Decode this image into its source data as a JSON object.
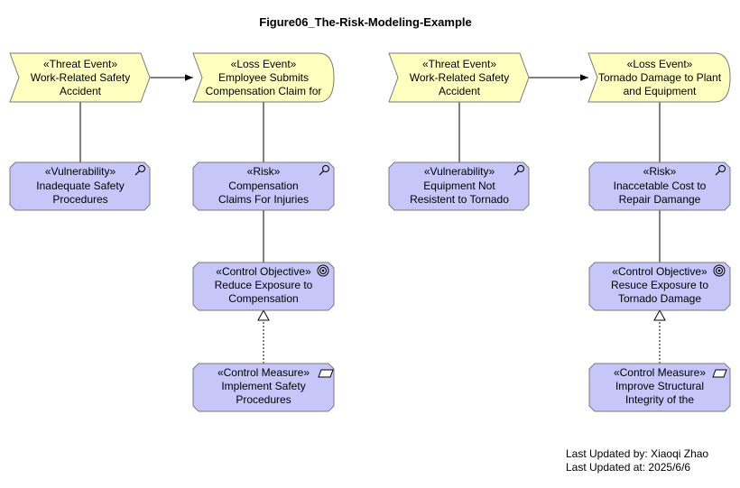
{
  "diagram": {
    "title": "Figure06_The-Risk-Modeling-Example",
    "nodes": {
      "threat1": {
        "stereotype": "«Threat Event»",
        "lines": [
          "Work-Related Safety",
          "Accident"
        ]
      },
      "loss1": {
        "stereotype": "«Loss Event»",
        "lines": [
          "Employee Submits",
          "Compensation Claim for"
        ]
      },
      "threat2": {
        "stereotype": "«Threat Event»",
        "lines": [
          "Work-Related Safety",
          "Accident"
        ]
      },
      "loss2": {
        "stereotype": "«Loss Event»",
        "lines": [
          "Tornado Damage to Plant",
          "and Equipment"
        ]
      },
      "vuln1": {
        "stereotype": "«Vulnerability»",
        "lines": [
          "Inadequate Safety",
          "Procedures"
        ]
      },
      "risk1": {
        "stereotype": "«Risk»",
        "lines": [
          "Compensation",
          "Claims For Injuries"
        ]
      },
      "vuln2": {
        "stereotype": "«Vulnerability»",
        "lines": [
          "Equipment Not",
          "Resistent to Tornado"
        ]
      },
      "risk2": {
        "stereotype": "«Risk»",
        "lines": [
          "Inaccetable Cost to",
          "Repair Damange"
        ]
      },
      "obj1": {
        "stereotype": "«Control Objective»",
        "lines": [
          "Reduce Exposure to",
          "Compensation"
        ]
      },
      "obj2": {
        "stereotype": "«Control Objective»",
        "lines": [
          "Resuce Exposure to",
          "Tornado Damage"
        ]
      },
      "meas1": {
        "stereotype": "«Control Measure»",
        "lines": [
          "Implement Safety",
          "Procedures"
        ]
      },
      "meas2": {
        "stereotype": "«Control Measure»",
        "lines": [
          "Improve Structural",
          "Integrity of the"
        ]
      }
    },
    "colors": {
      "event_fill": "#ffffc0",
      "element_fill": "#c6c6f8",
      "stroke": "#7a7a7a",
      "line": "#000000"
    }
  },
  "footer": {
    "updated_by": "Last Updated by: Xiaoqi Zhao",
    "updated_at": "Last Updated at: 2025/6/6"
  }
}
